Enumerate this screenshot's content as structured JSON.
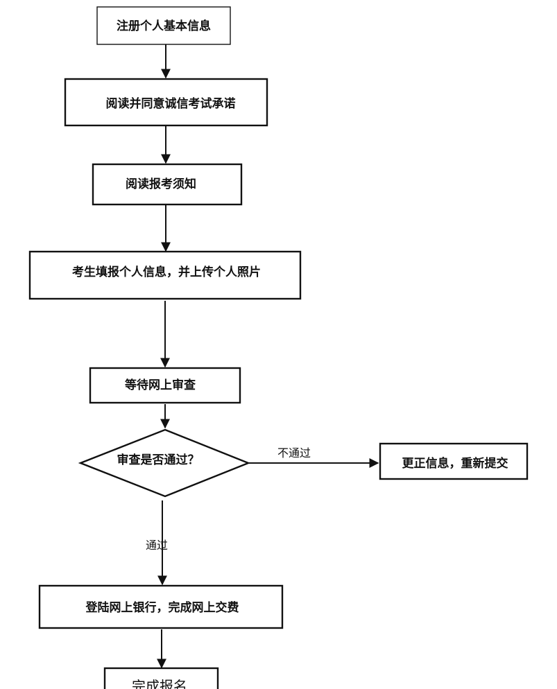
{
  "nodes": {
    "register": "注册个人基本信息",
    "read_promise": "阅读并同意诚信考试承诺",
    "read_notice": "阅读报考须知",
    "fill_info": "考生填报个人信息，并上传个人照片",
    "wait_review": "等待网上审查",
    "review_decision": "审查是否通过？",
    "correct_info": "更正信息，重新提交",
    "pay_online": "登陆网上银行，完成网上交费",
    "complete": "完成报名"
  },
  "edges": {
    "not_passed": "不通过",
    "passed": "通过"
  }
}
